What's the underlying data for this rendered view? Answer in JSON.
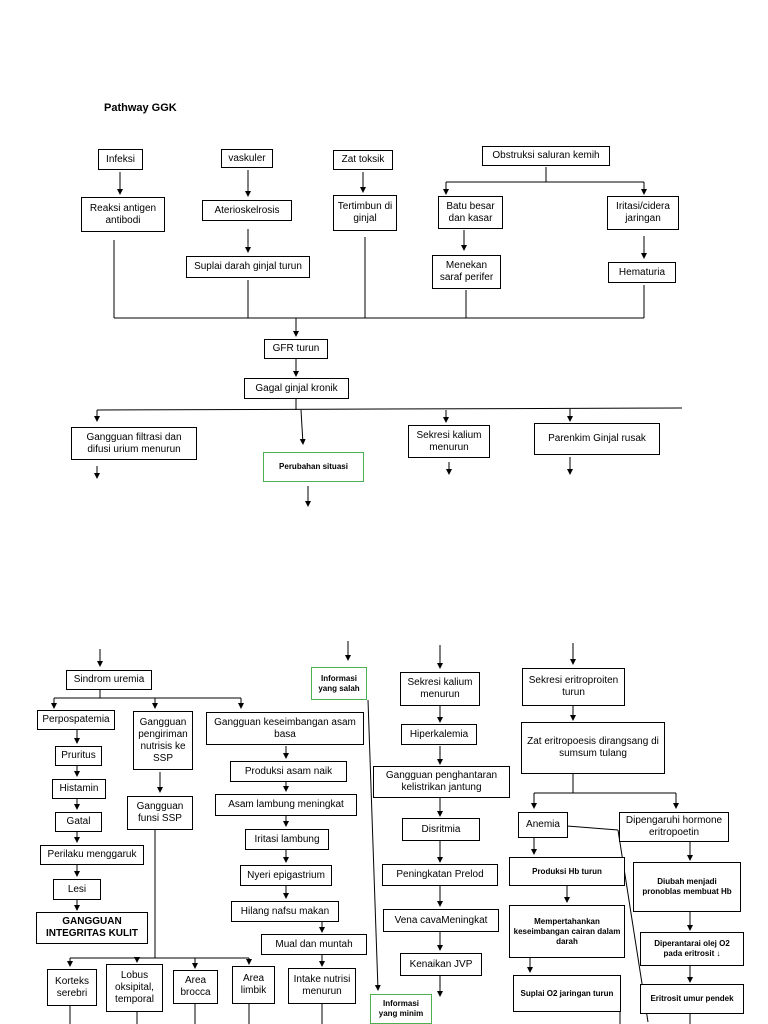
{
  "title": "Pathway GGK",
  "nodes": {
    "infeksi": "Infeksi",
    "vaskuler": "vaskuler",
    "zat_toksik": "Zat toksik",
    "obstruksi": "Obstruksi saluran kemih",
    "reaksi_antigen": "Reaksi antigen antibodi",
    "aterioskelrosis": "Aterioskelrosis",
    "tertimbun": "Tertimbun di ginjal",
    "batu_besar": "Batu besar dan kasar",
    "iritasi_cidera": "Iritasi/cidera jaringan",
    "suplai_darah": "Suplai darah ginjal turun",
    "menekan_saraf": "Menekan saraf perifer",
    "hematuria": "Hematuria",
    "gfr_turun": "GFR turun",
    "gagal_ginjal": "Gagal ginjal kronik",
    "gangguan_filtrasi": "Gangguan filtrasi dan difusi urium menurun",
    "perubahan_situasi": "Perubahan situasi",
    "sekresi_kalium_1": "Sekresi kalium menurun",
    "parenkim": "Parenkim Ginjal rusak",
    "sindrom_uremia": "Sindrom uremia",
    "informasi_salah": "Informasi yang salah",
    "sekresi_kalium_2": "Sekresi kalium menurun",
    "sekresi_eritropoitin": "Sekresi eritroproiten turun",
    "perpospatemia": "Perpospatemia",
    "gangguan_nutrisi_ssp": "Gangguan pengiriman nutrisis ke SSP",
    "gangguan_asam_basa": "Gangguan keseimbangan asam basa",
    "hiperkalemia": "Hiperkalemia",
    "zat_eritropoesis": "Zat eritropoesis dirangsang di sumsum tulang",
    "pruritus": "Pruritus",
    "produksi_asam": "Produksi asam naik",
    "gangguan_penghantaran": "Gangguan penghantaran kelistrikan jantung",
    "histamin": "Histamin",
    "gangguan_fungsi_ssp": "Gangguan funsi SSP",
    "asam_lambung": "Asam lambung meningkat",
    "gatal": "Gatal",
    "disritmia": "Disritmia",
    "anemia": "Anemia",
    "hormone_eritropoetin": "Dipengaruhi hormone eritropoetin",
    "iritasi_lambung": "Iritasi lambung",
    "perilaku_menggaruk": "Perilaku menggaruk",
    "nyeri_epigastrium": "Nyeri epigastrium",
    "peningkatan_prelod": "Peningkatan Prelod",
    "produksi_hb": "Produksi Hb turun",
    "diubah_pronoblas": "Diubah menjadi pronoblas membuat Hb",
    "lesi": "Lesi",
    "hilang_nafsu": "Hilang nafsu makan",
    "vena_cava": "Vena cavaMeningkat",
    "mempertahankan": "Mempertahankan keseimbangan cairan dalam darah",
    "gangguan_integritas": "GANGGUAN INTEGRITAS KULIT",
    "mual_muntah": "Mual dan muntah",
    "diperantarai": "Diperantarai olej O2 pada eritrosit ↓",
    "kenaikan_jvp": "Kenaikan JVP",
    "korteks": "Korteks serebri",
    "lobus": "Lobus oksipital, temporal",
    "area_brocca": "Area brocca",
    "area_limbik": "Area limbik",
    "intake_nutrisi": "Intake nutrisi menurun",
    "suplai_o2": "Suplai O2 jaringan turun",
    "eritrosit_umur": "Eritrosit umur pendek",
    "informasi_minim": "Informasi yang minim"
  }
}
